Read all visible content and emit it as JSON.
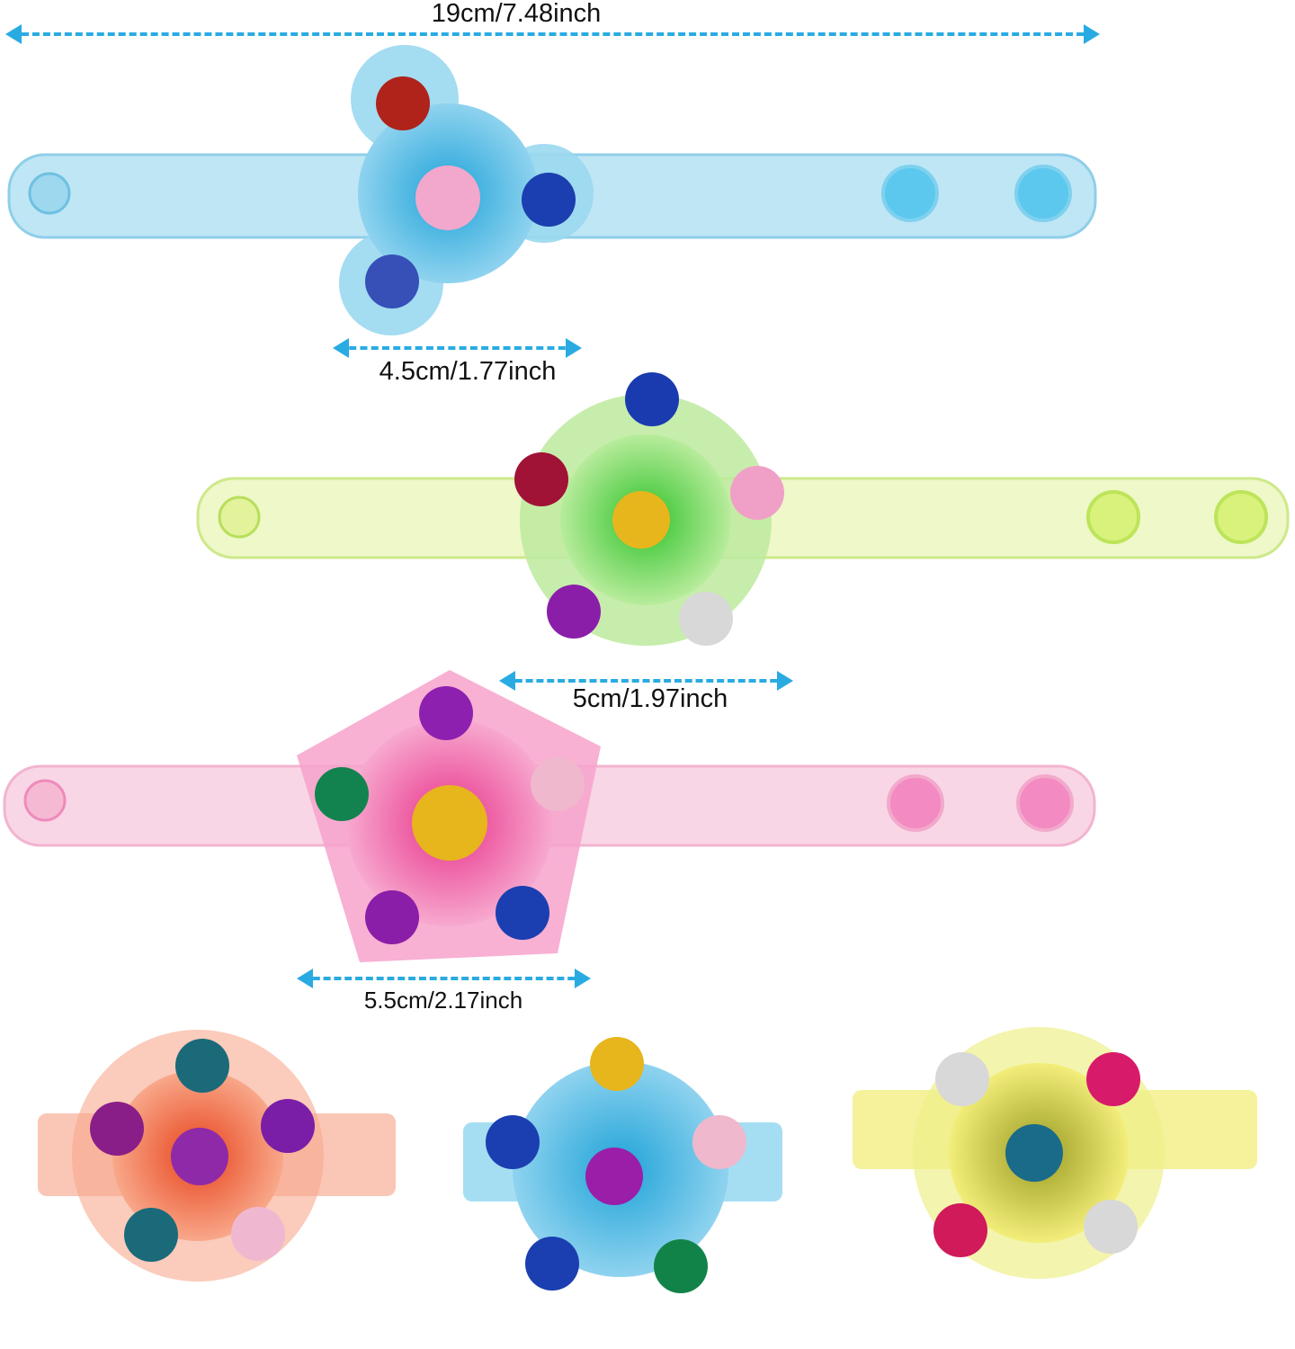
{
  "measurements": {
    "overall_length": "19cm/7.48inch",
    "spinner_blue": "4.5cm/1.77inch",
    "spinner_green": "5cm/1.97inch",
    "spinner_pink": "5.5cm/2.17inch"
  },
  "colors": {
    "arrow": "#29abe2"
  }
}
